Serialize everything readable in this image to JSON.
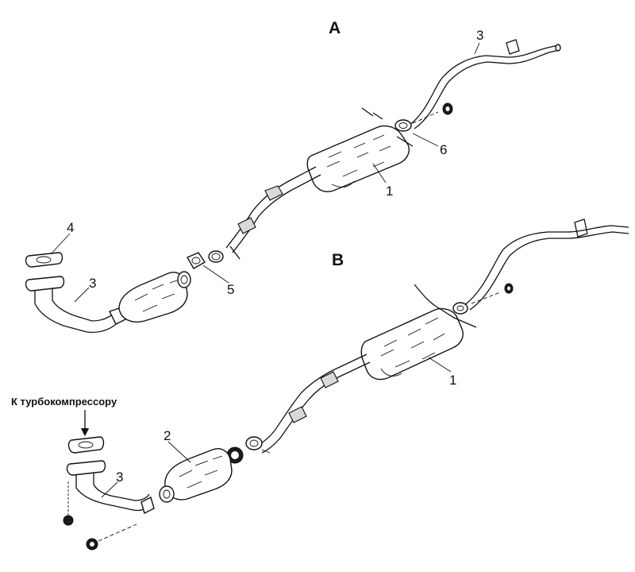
{
  "section_labels": {
    "a": "A",
    "b": "B"
  },
  "callouts": {
    "a_tailpipe": "3",
    "a_muffler": "1",
    "a_clamp": "6",
    "a_gasket_top": "4",
    "a_front_pipe": "3",
    "a_gasket_mid": "5",
    "b_muffler": "1",
    "b_converter": "2",
    "b_front_pipe": "3"
  },
  "note": {
    "turbo": "К турбокомпрессору"
  }
}
